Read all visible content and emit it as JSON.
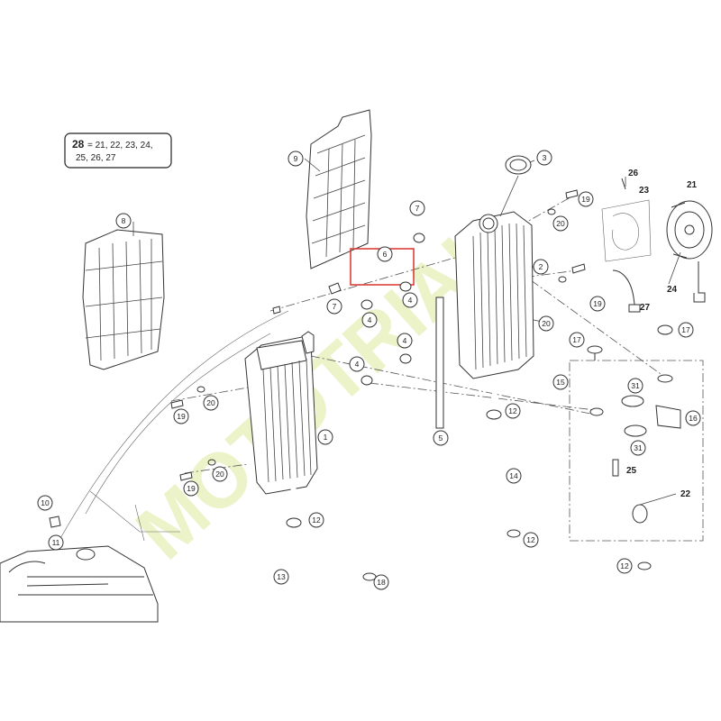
{
  "legend": {
    "key": "28",
    "line1": "= 21, 22, 23, 24,",
    "line2": "25, 26, 27"
  },
  "watermark": "MOTOTRIAL",
  "highlight_color": "#d9322e",
  "callouts": [
    "1",
    "2",
    "3",
    "4",
    "4",
    "4",
    "4",
    "5",
    "6",
    "7",
    "7",
    "8",
    "9",
    "10",
    "11",
    "12",
    "12",
    "12",
    "12",
    "12",
    "13",
    "14",
    "15",
    "16",
    "17",
    "17",
    "18",
    "19",
    "19",
    "19",
    "19",
    "20",
    "20",
    "20",
    "20",
    "21",
    "22",
    "23",
    "24",
    "25",
    "26",
    "27",
    "31",
    "31"
  ]
}
